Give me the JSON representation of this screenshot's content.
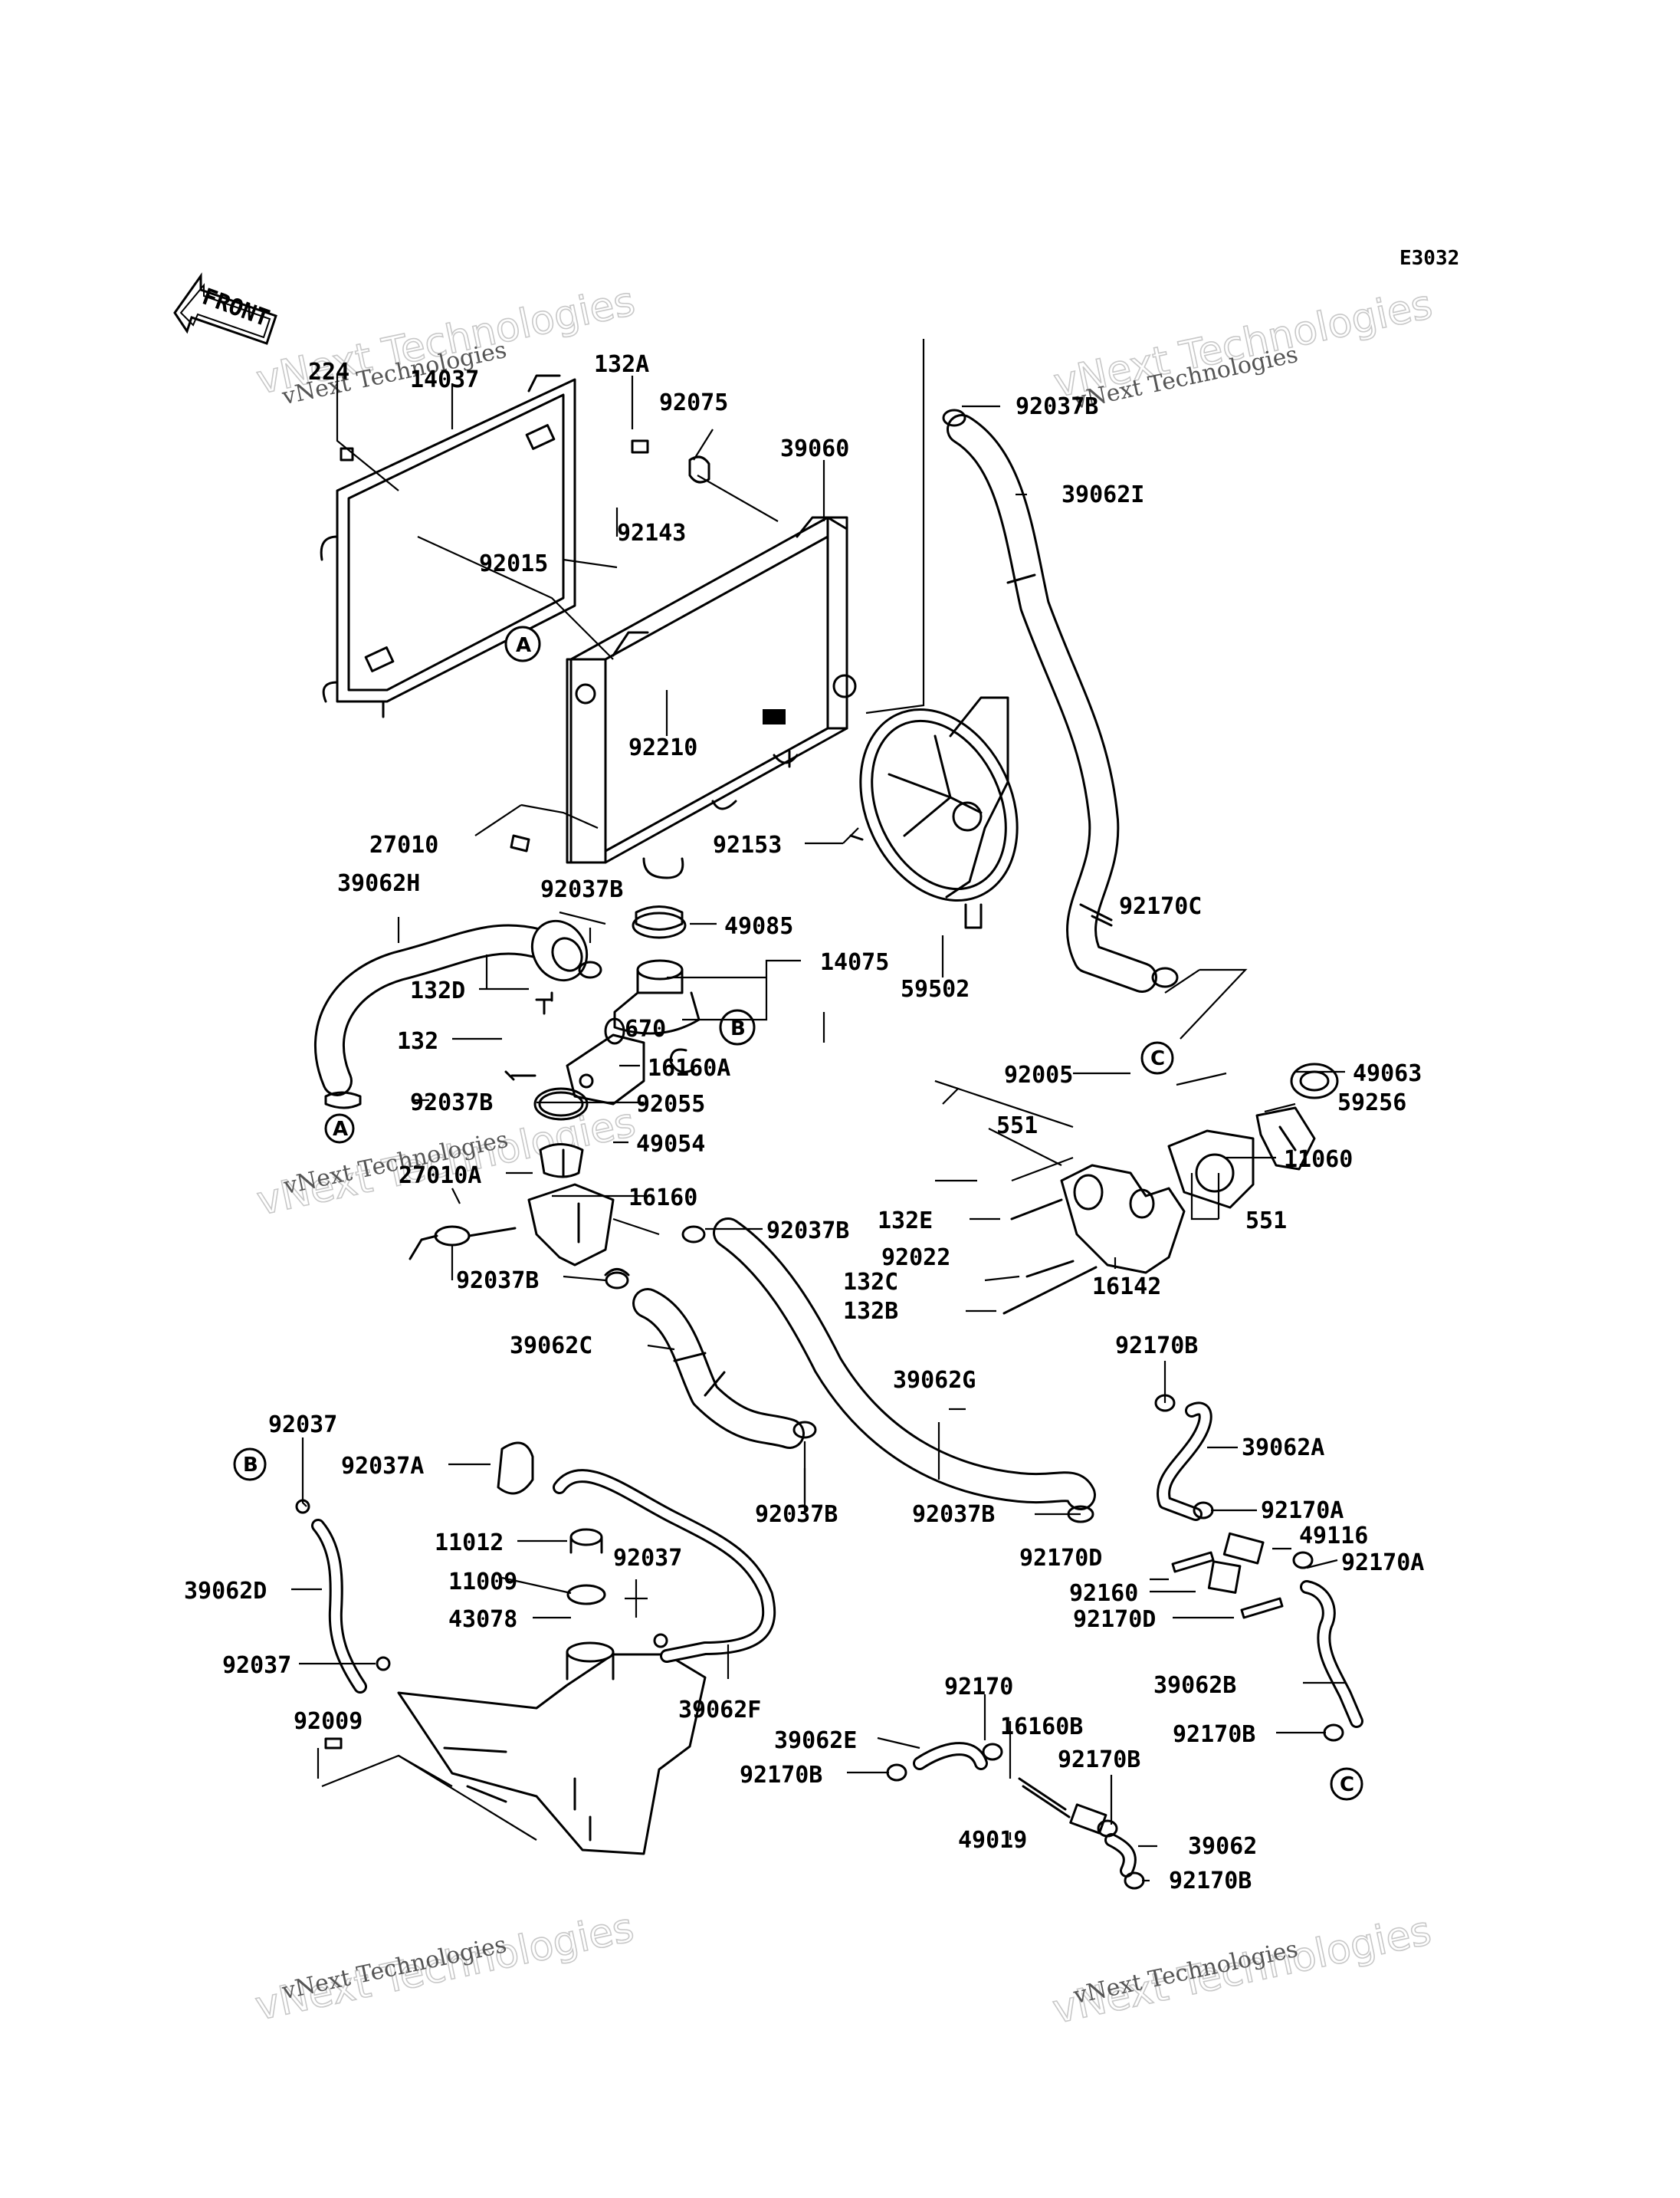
{
  "diagram_code": "E3032",
  "front_label": "FRONT",
  "watermarks": [
    {
      "line1": "vNext Technologies",
      "line2": "vNext Technologies"
    },
    {
      "line1": "vNext Technologies",
      "line2": "vNext Technologies"
    },
    {
      "line1": "vNext Technologies",
      "line2": "vNext Technologies"
    },
    {
      "line1": "vNext Technologies",
      "line2": "vNext Technologies"
    },
    {
      "line1": "vNext Technologies",
      "line2": "vNext Technologies"
    }
  ],
  "refs": {
    "A": "A",
    "B": "B",
    "C": "C"
  },
  "parts": {
    "p224": "224",
    "p14037": "14037",
    "p132A": "132A",
    "p92075": "92075",
    "p39060": "39060",
    "p92037B_top": "92037B",
    "p39062I": "39062I",
    "p92143": "92143",
    "p92015": "92015",
    "p92210": "92210",
    "p27010": "27010",
    "p92153": "92153",
    "p39062H": "39062H",
    "p92037B_a": "92037B",
    "p49085": "49085",
    "p14075": "14075",
    "p59502": "59502",
    "p92170C": "92170C",
    "p132D": "132D",
    "p670": "670",
    "p132": "132",
    "p16160A": "16160A",
    "p92037B_b": "92037B",
    "p92055": "92055",
    "p92005": "92005",
    "p49063": "49063",
    "p59256": "59256",
    "p551_a": "551",
    "p11060": "11060",
    "p49054": "49054",
    "p27010A": "27010A",
    "p16160": "16160",
    "p132E": "132E",
    "p551_b": "551",
    "p92037B_c": "92037B",
    "p92022": "92022",
    "p92037B_d": "92037B",
    "p132C": "132C",
    "p16142": "16142",
    "p132B": "132B",
    "p39062C": "39062C",
    "p92170B_a": "92170B",
    "p39062G": "39062G",
    "p92037_a": "92037",
    "p92037A": "92037A",
    "p39062A": "39062A",
    "p92037B_e": "92037B",
    "p92037B_f": "92037B",
    "p92170A_a": "92170A",
    "p11012": "11012",
    "p49116": "49116",
    "p92037_b": "92037",
    "p92170D_a": "92170D",
    "p92170A_b": "92170A",
    "p11009": "11009",
    "p92160": "92160",
    "p39062D": "39062D",
    "p43078": "43078",
    "p92170D_b": "92170D",
    "p92037_c": "92037",
    "p39062F": "39062F",
    "p39062B": "39062B",
    "p92170": "92170",
    "p92009": "92009",
    "p16160B": "16160B",
    "p39062E": "39062E",
    "p92170B_b": "92170B",
    "p92170B_c": "92170B",
    "p92170B_d": "92170B",
    "p49019": "49019",
    "p39062": "39062",
    "p92170B_e": "92170B"
  }
}
